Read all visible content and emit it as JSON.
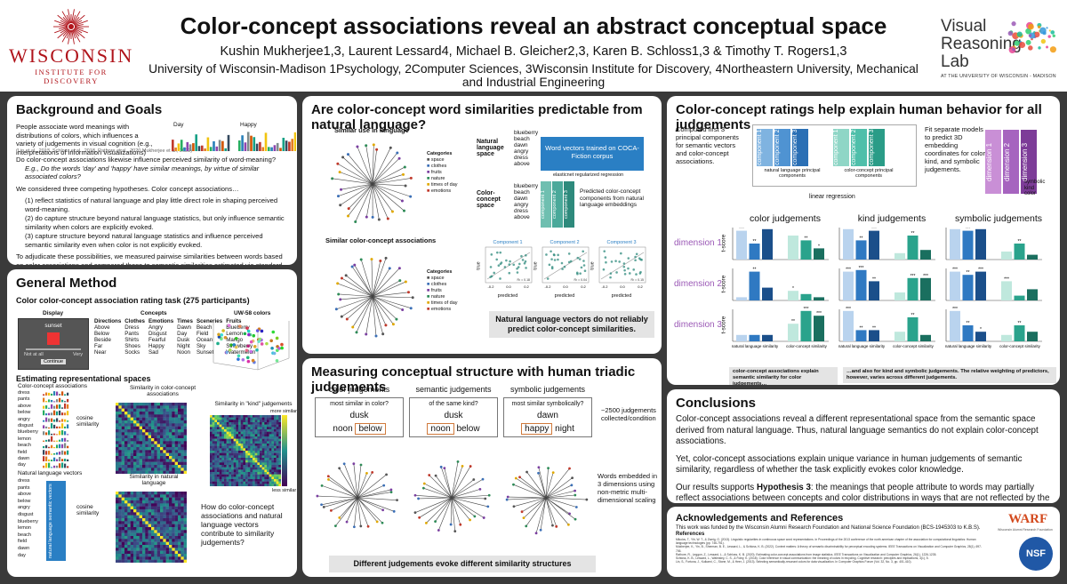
{
  "header": {
    "title": "Color-concept associations reveal an abstract conceptual space",
    "authors": "Kushin Mukherjee1,3, Laurent Lessard4, Michael B. Gleicher2,3, Karen B. Schloss1,3 & Timothy T. Rogers1,3",
    "affiliations": "University of Wisconsin-Madison 1Psychology, 2Computer Sciences, 3Wisconsin Institute for Discovery, 4Northeastern University, Mechanical and Industrial Engineering",
    "uw_name": "WISCONSIN",
    "uw_sub": "INSTITUTE FOR DISCOVERY",
    "lab_line1": "Visual",
    "lab_line2": "Reasoning",
    "lab_line3": "Lab",
    "lab_sub": "AT THE UNIVERSITY OF WISCONSIN - MADISON"
  },
  "background": {
    "title": "Background and Goals",
    "p1": "People associate word meanings with distributions of colors, which influences a variety of judgements in visual cognition (e.g., interpretations of information visualizations)",
    "p1_cite": "(Lin et al., 2013, Schloss et al., 2018, Rathore et al., 2020 Mukherjee et al., 2022)",
    "day": "Day",
    "happy": "Happy",
    "q": "Do color-concept associations likewise influence perceived similarity of word-meaning?",
    "q_eg": "E.g., Do the words 'day' and 'happy' have similar meanings, by virtue of similar associated colors?",
    "hyp_intro": "We considered three competing hypotheses. Color concept associations…",
    "h1": "(1) reflect statistics of natural language and play little direct role in shaping perceived word-meaning.",
    "h2": "(2) do capture structure beyond natural language statistics, but only influence semantic similarity when colors are explicitly evoked.",
    "h3": "(3) capture structure beyond natural language statistics and influence perceived semantic similarity even when color is not explicitly evoked.",
    "closing": "To adjudicate these possibilities, we measured pairwise similarities between words based on color associations and compared these to semantic similarities estimated via standard natural language processing techniques (Mikolov et al., 2013). We tested how the two representational spaces contribute to human judgements of word-relatedness based on similarity of color, in symbolic/metaphorical relationships, or in kind."
  },
  "method": {
    "title": "General Method",
    "task": "Color color-concept association rating task (275 participants)",
    "display": "Display",
    "concepts": "Concepts",
    "uw58": "UW-58 colors",
    "sunset": "sunset",
    "continue": "Continue",
    "not_at_all": "Not at all",
    "very": "Very",
    "concept_table": {
      "headers": [
        "Directions",
        "Clothes",
        "Emotions",
        "Times",
        "Sceneries",
        "Fruits"
      ],
      "rows": [
        [
          "Above",
          "Dress",
          "Angry",
          "Dawn",
          "Beach",
          "Blueberry"
        ],
        [
          "Below",
          "Pants",
          "Disgust",
          "Day",
          "Field",
          "Lemon"
        ],
        [
          "Beside",
          "Shirts",
          "Fearful",
          "Dusk",
          "Ocean",
          "Mango"
        ],
        [
          "Far",
          "Shoes",
          "Happy",
          "Night",
          "Sky",
          "Strawberry"
        ],
        [
          "Near",
          "Socks",
          "Sad",
          "Noon",
          "Sunset",
          "Watermelon"
        ]
      ]
    },
    "est_title": "Estimating representational spaces",
    "cca_label": "Color-concept associations",
    "words": [
      "dress",
      "pants",
      "above",
      "below",
      "angry",
      "disgust",
      "blueberry",
      "lemon",
      "beach",
      "field",
      "dawn",
      "day"
    ],
    "cosine": "cosine similarity",
    "sim_cca": "Similarity in color-concept associations",
    "sim_nl": "Similarity in natural language",
    "sim_kind": "Similarity in \"kind\" judgements",
    "more_similar": "more similar",
    "less_similar": "less similar",
    "nl_vectors": "Natural language vectors",
    "nl_semvec": "natural language semantic vectors",
    "question": "How do color-concept associations and natural language vectors contribute to similarity judgements?"
  },
  "predict": {
    "title": "Are color-concept word similarities predictable from natural language?",
    "similar_use": "Similar use in language",
    "similar_cca": "Similar color-concept associations",
    "categories": "Categories",
    "cats": [
      "space",
      "clothes",
      "fruits",
      "nature",
      "times of day",
      "emotions"
    ],
    "nl_space": "Natural language space",
    "cc_space": "Color-concept space",
    "words_a": [
      "blueberry",
      "beach",
      "dawn",
      "angry",
      "dress",
      "above"
    ],
    "words_b": [
      "blueberry",
      "beach",
      "dawn",
      "angry",
      "dress",
      "above"
    ],
    "w2v": "Word vectors trained on COCA-Fiction corpus",
    "elastic": "elasticnet regularized regression",
    "predicted_note": "Predicted color-concept components from natural language embeddings",
    "components": [
      "component 1",
      "component 2",
      "component 3"
    ],
    "comp_titles": [
      "Component 1",
      "Component 2",
      "Component 3"
    ],
    "xlabel": "predicted",
    "ylabel": "true",
    "xticks": [
      "-0.2",
      "0.0",
      "0.2"
    ],
    "r2s": [
      "R² = 0.18",
      "R² = 0.04",
      "R² = 0.15"
    ],
    "callout": "Natural language vectors do not reliably predict color-concept similarities."
  },
  "triadic": {
    "title": "Measuring conceptual structure with human triadic judgements",
    "cols": [
      {
        "h": "color judgements",
        "q": "most similar in color?",
        "w": "dusk",
        "a": "noon",
        "b": "below",
        "sel": "b"
      },
      {
        "h": "semantic judgements",
        "q": "of the same kind?",
        "w": "dusk",
        "a": "noon",
        "b": "below",
        "sel": "a"
      },
      {
        "h": "symbolic judgements",
        "q": "most similar symbolically?",
        "w": "dawn",
        "a": "happy",
        "b": "night",
        "sel": "a"
      }
    ],
    "count": "~2500 judgements collected/condition",
    "embedded": "Words embedded in 3 dimensions using non-metric multi- dimensional scaling",
    "callout": "Different judgements evoke different similarity structures"
  },
  "ratings": {
    "title": "Color-concept ratings help explain human behavior for all judgements",
    "computed": "Computed first 3 principal components for semantic vectors and color-concept associations.",
    "fit": "Fit separate models to predict 3D embedding coordinates for color, kind, and symbolic judgements.",
    "nl_pc": "natural language principal components",
    "cc_pc": "color-concept principal components",
    "linreg": "linear regression",
    "components": [
      "component 1",
      "component 2",
      "component 3"
    ],
    "dimensions": [
      "dimension 1",
      "dimension 2",
      "dimension 3"
    ],
    "targets": [
      "symbolic",
      "kind",
      "color"
    ],
    "col_heads": [
      "color judgements",
      "kind judgements",
      "symbolic judgements"
    ],
    "tscore": "t-score",
    "xcats": [
      "natural language similarity",
      "color-concept similarity"
    ],
    "cap1": "color-concept associations explain semantic similarity for color judgements…",
    "cap2": "…and also for kind and symbolic judgements. The relative weighting of predictors, however, varies across different judgements.",
    "bars": [
      [
        [
          0.9,
          0.5,
          0.95,
          0.05,
          0.75,
          0.6,
          0.35
        ],
        [
          0.95,
          0.6,
          0.9,
          0.05,
          0.2,
          0.75,
          0.3
        ],
        [
          0.95,
          0.9,
          0.95,
          0.05,
          0.25,
          0.5,
          0.15
        ]
      ],
      [
        [
          0.1,
          0.9,
          0.4,
          0.05,
          0.3,
          0.2,
          0.1
        ],
        [
          0.9,
          0.95,
          0.6,
          0.05,
          0.25,
          0.7,
          0.7
        ],
        [
          0.9,
          0.8,
          0.9,
          0.05,
          0.6,
          0.15,
          0.35
        ]
      ],
      [
        [
          0.2,
          0.2,
          0.2,
          0.05,
          0.55,
          0.95,
          0.8
        ],
        [
          0.95,
          0.35,
          0.35,
          0.05,
          0.3,
          0.75,
          0.2
        ],
        [
          0.95,
          0.5,
          0.3,
          0.05,
          0.2,
          0.5,
          0.3
        ]
      ]
    ],
    "stars": [
      [
        [
          "***",
          "**",
          "***",
          "",
          "",
          "**",
          "*"
        ],
        [
          "***",
          "**",
          "***",
          "",
          "",
          "**",
          ""
        ],
        [
          "***",
          "***",
          "***",
          "",
          "",
          "**",
          ""
        ]
      ],
      [
        [
          "",
          "**",
          "",
          "",
          "*",
          "",
          ""
        ],
        [
          "***",
          "***",
          "**",
          "",
          "",
          "***",
          "***"
        ],
        [
          "***",
          "**",
          "***",
          "",
          "***",
          "",
          ""
        ]
      ],
      [
        [
          "",
          "",
          "",
          "",
          "**",
          "***",
          "***"
        ],
        [
          "***",
          "**",
          "**",
          "",
          "",
          "**",
          ""
        ],
        [
          "***",
          "**",
          "*",
          "",
          "",
          "**",
          ""
        ]
      ]
    ]
  },
  "conclusions": {
    "title": "Conclusions",
    "p1": "Color-concept associations reveal a different representational space from the semantic space derived from natural language. Thus, natural language semantics do not explain color-concept associations.",
    "p2": "Yet, color-concept associations explain unique variance in human judgements of semantic similarity, regardless of whether the task explicitly evokes color knowledge.",
    "p3a": "Our results supports ",
    "p3b": "Hypothesis 3",
    "p3c": ": the meanings that people attribute to words may partially reflect associations between concepts and color distributions in ways that are not reflected by the statistics of natural language."
  },
  "ack": {
    "title": "Acknowledgements and References",
    "funding": "This work was funded by the Wisconsin Alumni Research Foundation and National Science Foundation (BCS-1945303 to K.B.S).",
    "refs_h": "References",
    "refs": [
      "Mikolov, T., Yih, W. T., & Zweig, G. (2013). Linguistic regularities in continuous space word representations. In Proceedings of the 2013 conference of the north american chapter of the association for computational linguistics: Human language technologies (pp. 746-751).",
      "Mukherjee, K., Yin, B., Sherman, B. E., Lessard, L., & Schloss, K. B. (2022). Context matters: A theory of semantic discriminability for perceptual encoding systems. IEEE Transactions on Visualization and Computer Graphics, 28(1), 697-706.",
      "Rathore, R., Leggon, Z., Lessard, L., & Schloss, K. B. (2020). Estimating color-concept associations from image statistics. IEEE Transactions on Visualization and Computer Graphics, 26(1), 1226-1235.",
      "Schloss, K. B., Lessard, L., Walmsley, C. S., & Foley, K. (2018). Color inference in visual communication: the meaning of colors in recycling. Cognitive research: principles and implications, 3(1), 5.",
      "Lin, S., Fortuna, J., Kulkarni, C., Stone, M., & Heer, J. (2013). Selecting semantically-resonant colors for data visualization. In Computer Graphics Forum (Vol. 32, No. 3, pp. 401-410)."
    ],
    "warf": "WARF",
    "warf_sub": "Wisconsin Alumni Research Foundation",
    "nsf": "NSF"
  }
}
